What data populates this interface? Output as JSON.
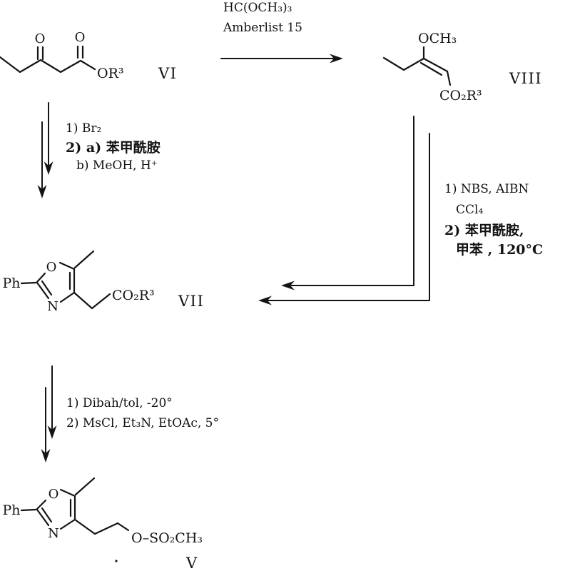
{
  "compounds": {
    "vi": {
      "label": "VI",
      "ketone_o": "O",
      "ester_o": "O",
      "ester": "OR³"
    },
    "viii": {
      "label": "VIII",
      "methoxy": "OCH₃",
      "ester": "CO₂R³"
    },
    "vii": {
      "label": "VII",
      "phenyl": "Ph",
      "ring_o": "O",
      "ring_n": "N",
      "ester": "CO₂R³"
    },
    "v": {
      "label": "V",
      "phenyl": "Ph",
      "ring_o": "O",
      "ring_n": "N",
      "mesylate": "O–SO₂CH₃"
    }
  },
  "reactions": {
    "vi_to_viii": {
      "reagent1": "HC(OCH₃)₃",
      "reagent2": "Amberlist 15"
    },
    "vi_to_vii": {
      "step1": "1) Br₂",
      "step2": "2) a) 苯甲酰胺",
      "step3": "b) MeOH, H⁺"
    },
    "viii_to_vii": {
      "step1": "1) NBS, AIBN",
      "step1_solvent": "CCl₄",
      "step2": "2) 苯甲酰胺,",
      "step2_solvent": "甲苯 , 120°C"
    },
    "vii_to_v": {
      "step1": "1) Dibah/tol, -20°",
      "step2": "2) MsCl, Et₃N, EtOAc, 5°"
    }
  }
}
